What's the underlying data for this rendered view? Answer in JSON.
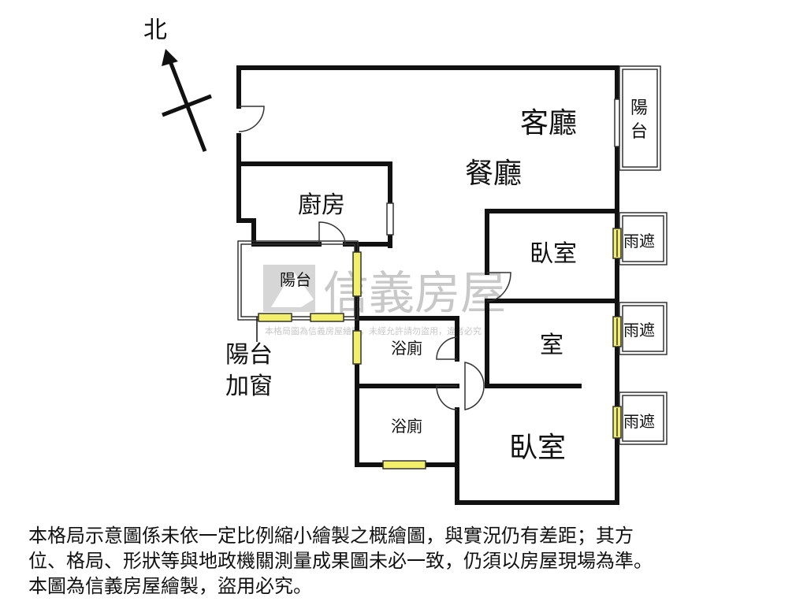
{
  "compass": {
    "label": "北"
  },
  "rooms": {
    "living_room": "客廳",
    "dining_room": "餐廳",
    "kitchen": "廚房",
    "balcony_left": "陽台",
    "balcony_right_line1": "陽",
    "balcony_right_line2": "台",
    "bedroom_top": "臥室",
    "room_middle": "室",
    "bedroom_bottom": "臥室",
    "bathroom_top": "浴廁",
    "bathroom_bottom": "浴廁",
    "rain_shelter": "雨遮",
    "balcony_window_line1": "陽台",
    "balcony_window_line2": "加窗"
  },
  "watermark": {
    "brand": "信義房屋",
    "notice": "本格局圖為信義房屋繪製，未經允許請勿盜用，違者必究"
  },
  "disclaimer": {
    "line1": "本格局示意圖係未依一定比例縮小繪製之概繪圖，與實況仍有差距；其方",
    "line2": "位、格局、形狀等與地政機關測量成果圖未必一致，仍須以房屋現場為準。",
    "line3": "本圖為信義房屋繪製，盜用必究。"
  },
  "colors": {
    "wall": "#111111",
    "window_fill": "#f2ef6a",
    "window_stroke": "#333333",
    "watermark": "#c8c8c8"
  }
}
